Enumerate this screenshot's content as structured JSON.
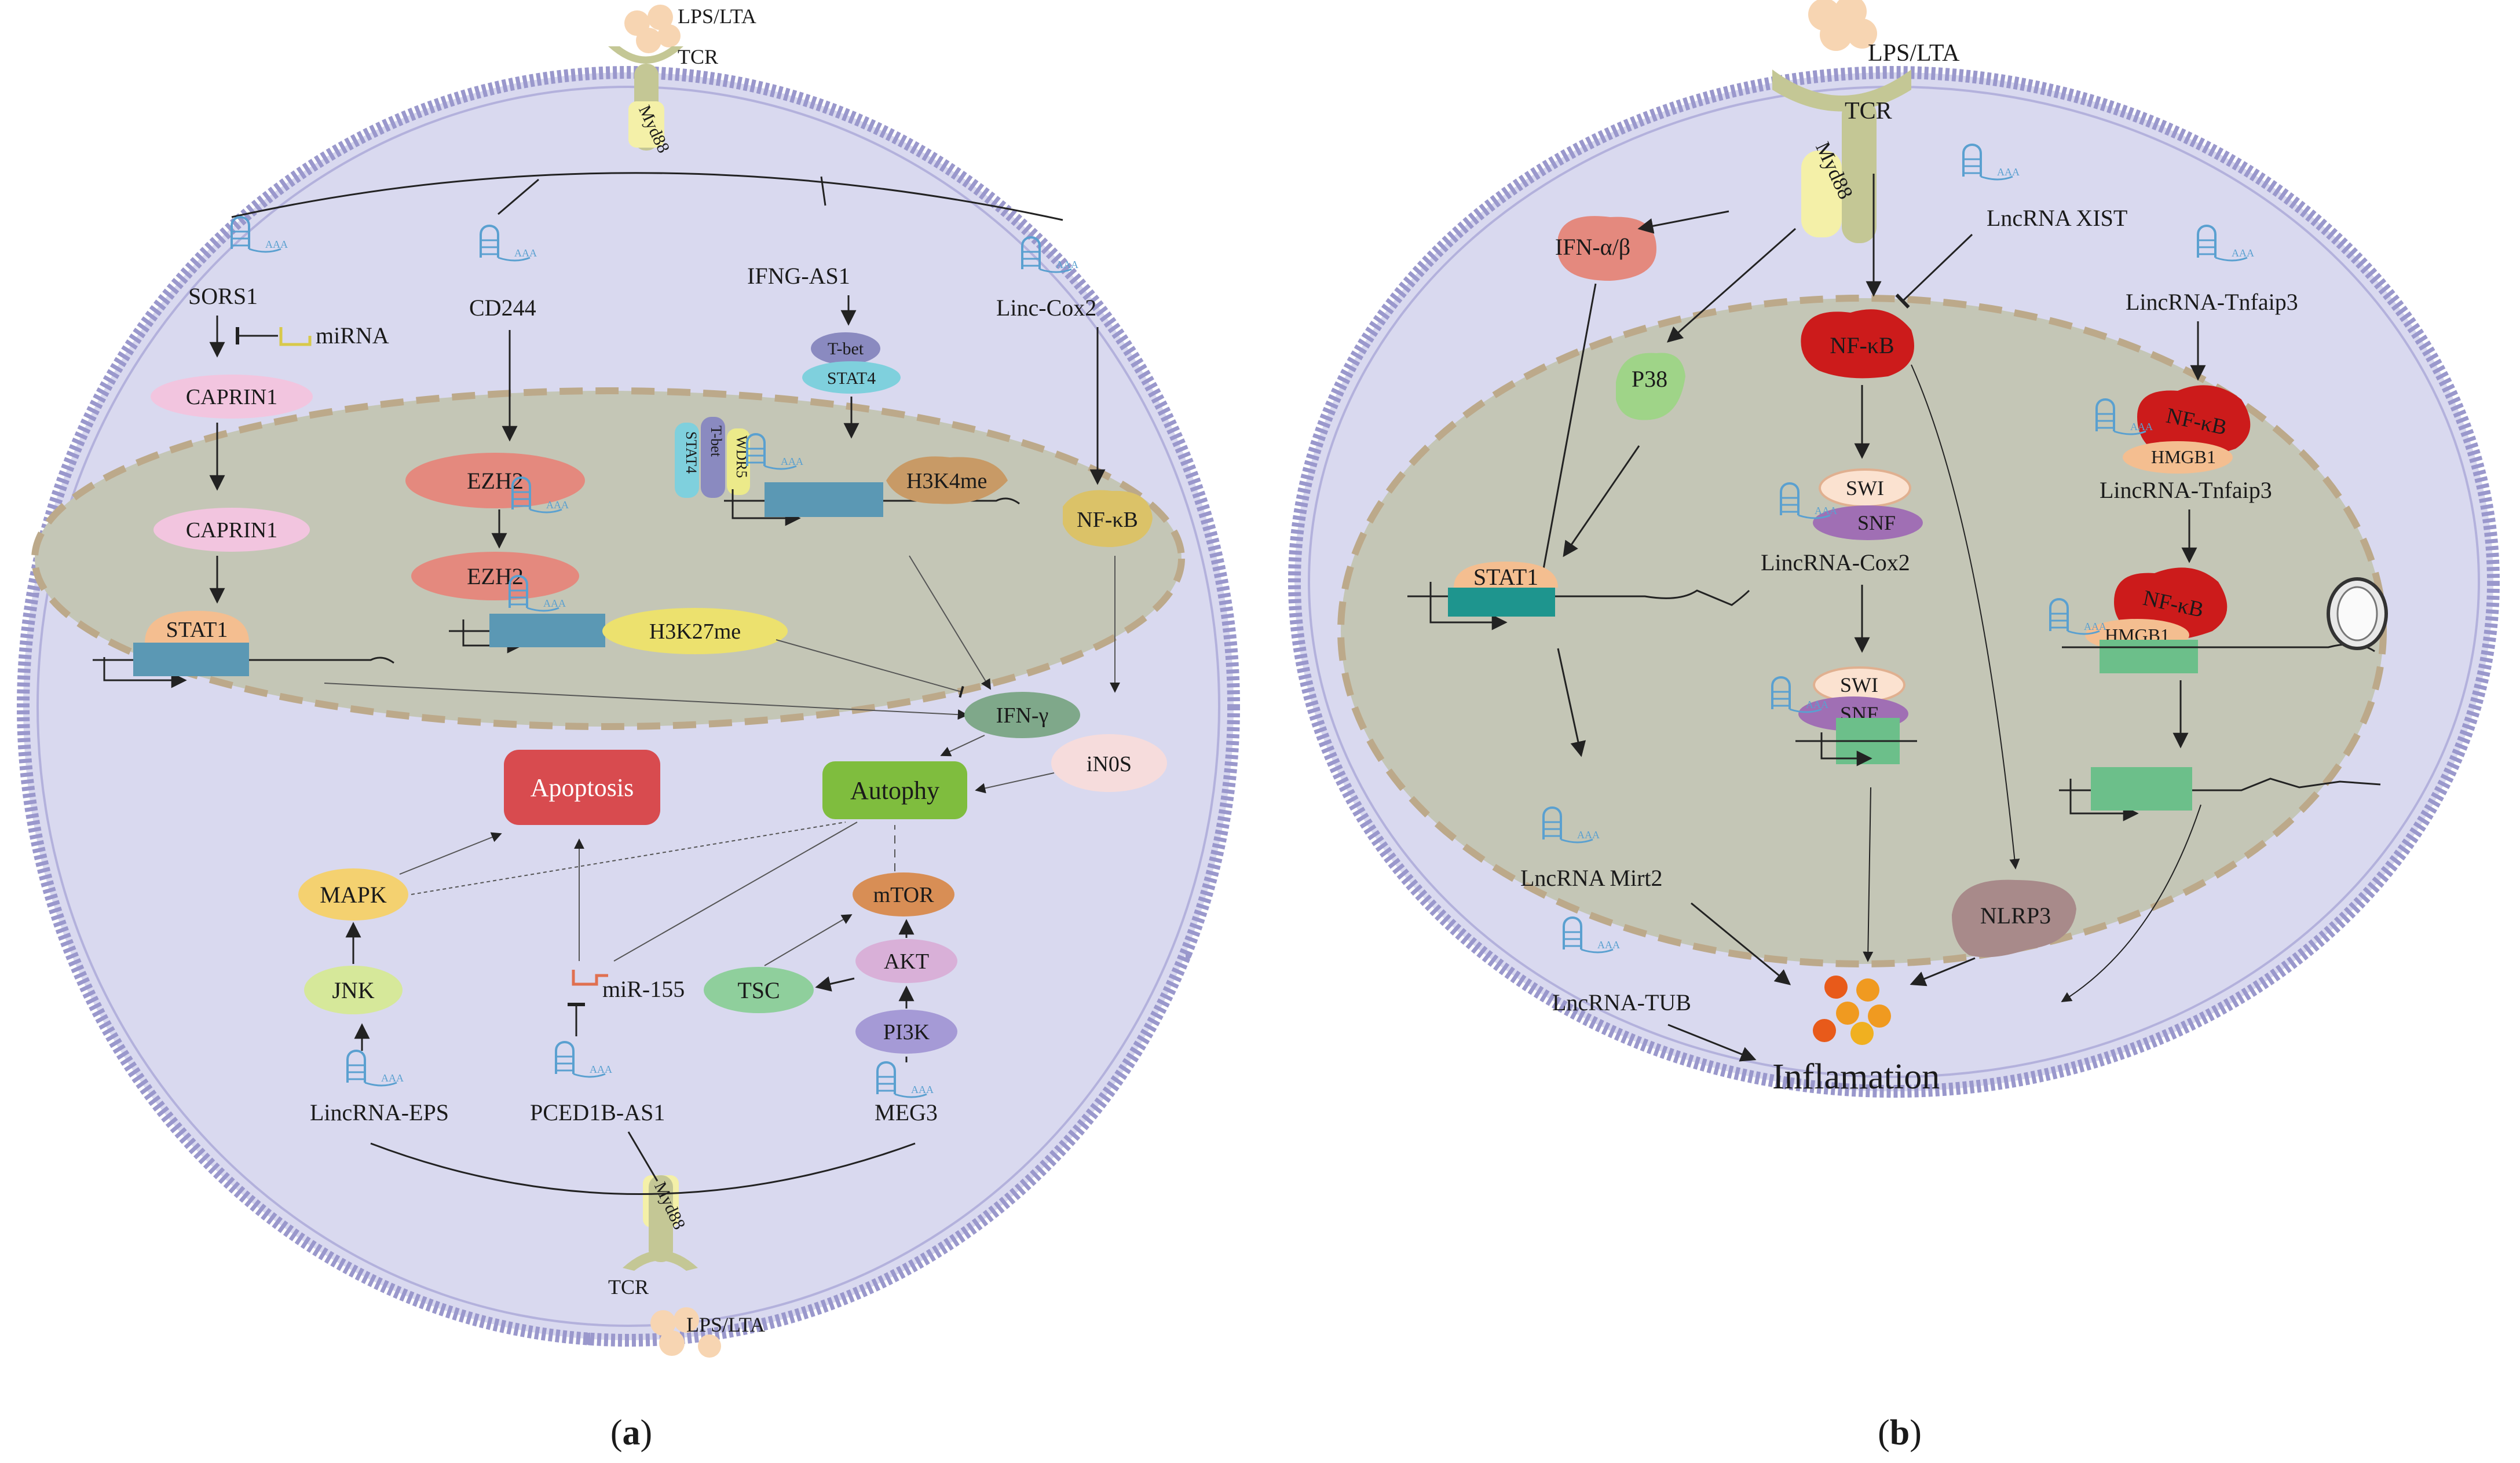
{
  "colors": {
    "cell_fill": "#d9d9ef",
    "membrane": "#9a98cc",
    "nucleus_fill": "#c4c6b6",
    "nucleus_border": "#bca98a",
    "receptor": "#c4c795",
    "lps": "#f7d5b2"
  },
  "panel_a": {
    "caption_open": "(",
    "caption_letter": "a",
    "caption_close": ")",
    "lps_top": "LPS/LTA",
    "tcr_top": "TCR",
    "myd88_top": "Myd88",
    "lps_bottom": "LPS/LTA",
    "tcr_bottom": "TCR",
    "myd88_bottom": "Myd88",
    "sors1": "SORS1",
    "mirna": "miRNA",
    "caprin1_cyto": "CAPRIN1",
    "caprin1_nuc": "CAPRIN1",
    "stat1": "STAT1",
    "cd244": "CD244",
    "ezh2_a": "EZH2",
    "ezh2_b": "EZH2",
    "h3k27me": "H3K27me",
    "ifng_as1": "IFNG-AS1",
    "tbet": "T-bet",
    "stat4": "STAT4",
    "stat4_v": "STAT4",
    "tbet_v": "T-bet",
    "wdr5_v": "WDR5",
    "h3k4me": "H3K4me",
    "linc_cox2": "Linc-Cox2",
    "nfkb": "NF-κB",
    "ifn_gamma": "IFN-γ",
    "inos": "iN0S",
    "apoptosis": "Apoptosis",
    "autophy": "Autophy",
    "mapk": "MAPK",
    "jnk": "JNK",
    "mtor": "mTOR",
    "akt": "AKT",
    "pi3k": "PI3K",
    "tsc": "TSC",
    "mir155": "miR-155",
    "lincrna_eps": "LincRNA-EPS",
    "pced1b": "PCED1B-AS1",
    "meg3": "MEG3"
  },
  "panel_b": {
    "caption_open": "(",
    "caption_letter": "b",
    "caption_close": ")",
    "lps": "LPS/LTA",
    "tcr": "TCR",
    "myd88": "Myd88",
    "xist": "LncRNA XIST",
    "ifn_ab": "IFN-α/β",
    "nfkb": "NF-κB",
    "tnfaip3_top": "LincRNA-Tnfaip3",
    "nfkb2": "NF-κB",
    "hmgb1": "HMGB1",
    "tnfaip3_mid": "LincRNA-Tnfaip3",
    "nfkb3": "NF-κB",
    "hmgb1b": "HMGB1",
    "p38": "P38",
    "stat1": "STAT1",
    "swi": "SWI",
    "snf": "SNF",
    "lincrna_cox2": "LincRNA-Cox2",
    "swi2": "SWI",
    "snf2": "SNF",
    "mirt2": "LncRNA Mirt2",
    "tub": "LncRNA-TUB",
    "nlrp3": "NLRP3",
    "inflamation": "Inflamation"
  }
}
